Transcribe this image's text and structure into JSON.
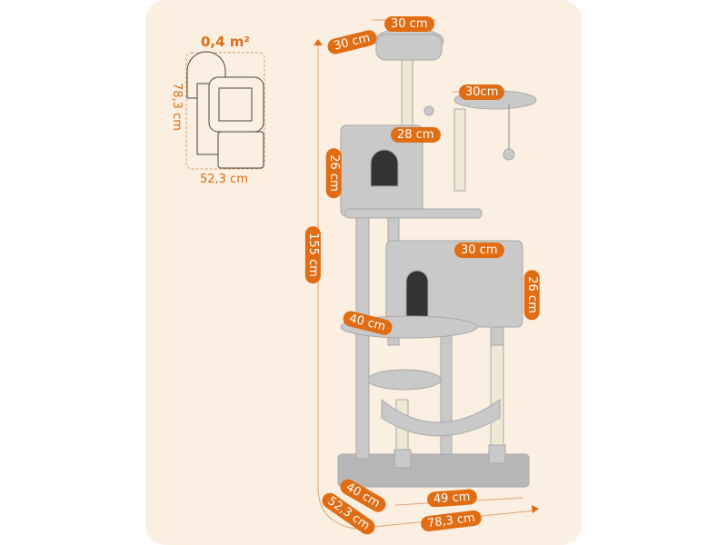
{
  "footprint": {
    "area": "0,4 m²",
    "depth": "78,3 cm",
    "width": "52,3 cm"
  },
  "dimensions": {
    "top_perch_width": "30 cm",
    "top_perch_depth": "30 cm",
    "side_perch_width": "30cm",
    "upper_condo_width": "28 cm",
    "upper_condo_height": "26 cm",
    "total_height": "155 cm",
    "lower_condo_width": "30 cm",
    "lower_condo_height": "26 cm",
    "middle_platform": "40 cm",
    "base_depth": "40 cm",
    "base_width": "49 cm",
    "overall_depth": "52,3 cm",
    "overall_width": "78,3 cm"
  },
  "colors": {
    "accent": "#e06d14",
    "background": "#fbefe1",
    "plush": "#c9c9c9",
    "sisal": "#efe8d4"
  }
}
